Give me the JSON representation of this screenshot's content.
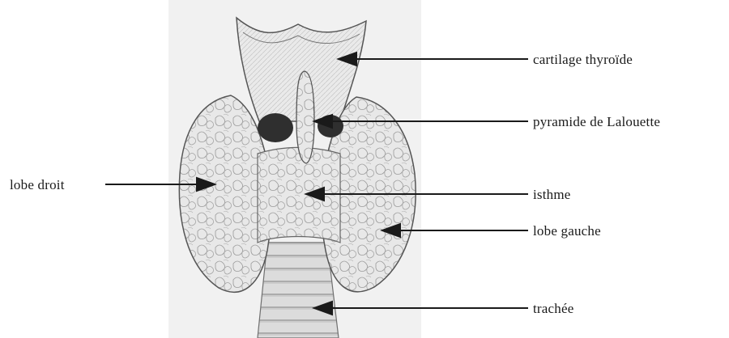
{
  "labels": {
    "cartilage_thyroide": "cartilage thyroïde",
    "pyramide_lalouette": "pyramide de Lalouette",
    "lobe_droit": "lobe droit",
    "isthme": "isthme",
    "lobe_gauche": "lobe gauche",
    "trachee": "trachée"
  },
  "colors": {
    "ink": "#1a1a1a",
    "tissue": "#e6e6e6",
    "tissue_dark": "#bcbcbc",
    "background_panel": "#efefef"
  }
}
